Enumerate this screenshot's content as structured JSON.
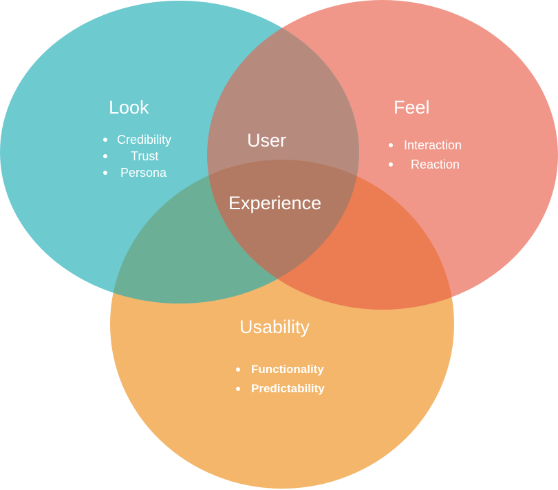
{
  "diagram": {
    "center": {
      "line1": "User",
      "line2": "Experience"
    },
    "sets": [
      {
        "id": "look",
        "title": "Look",
        "color": "#6DCACF",
        "items": [
          "Credibility",
          "Trust",
          "Persona"
        ]
      },
      {
        "id": "feel",
        "title": "Feel",
        "color": "#F0978A",
        "items": [
          "Interaction",
          "Reaction"
        ]
      },
      {
        "id": "usability",
        "title": "Usability",
        "color": "#F3B66A",
        "items": [
          "Functionality",
          "Predictability"
        ]
      }
    ],
    "overlap_colors": {
      "look_feel": "#B78A7E",
      "look_usability": "#6BAF96",
      "feel_usability": "#EC7D52",
      "all": "#B27A63"
    }
  }
}
